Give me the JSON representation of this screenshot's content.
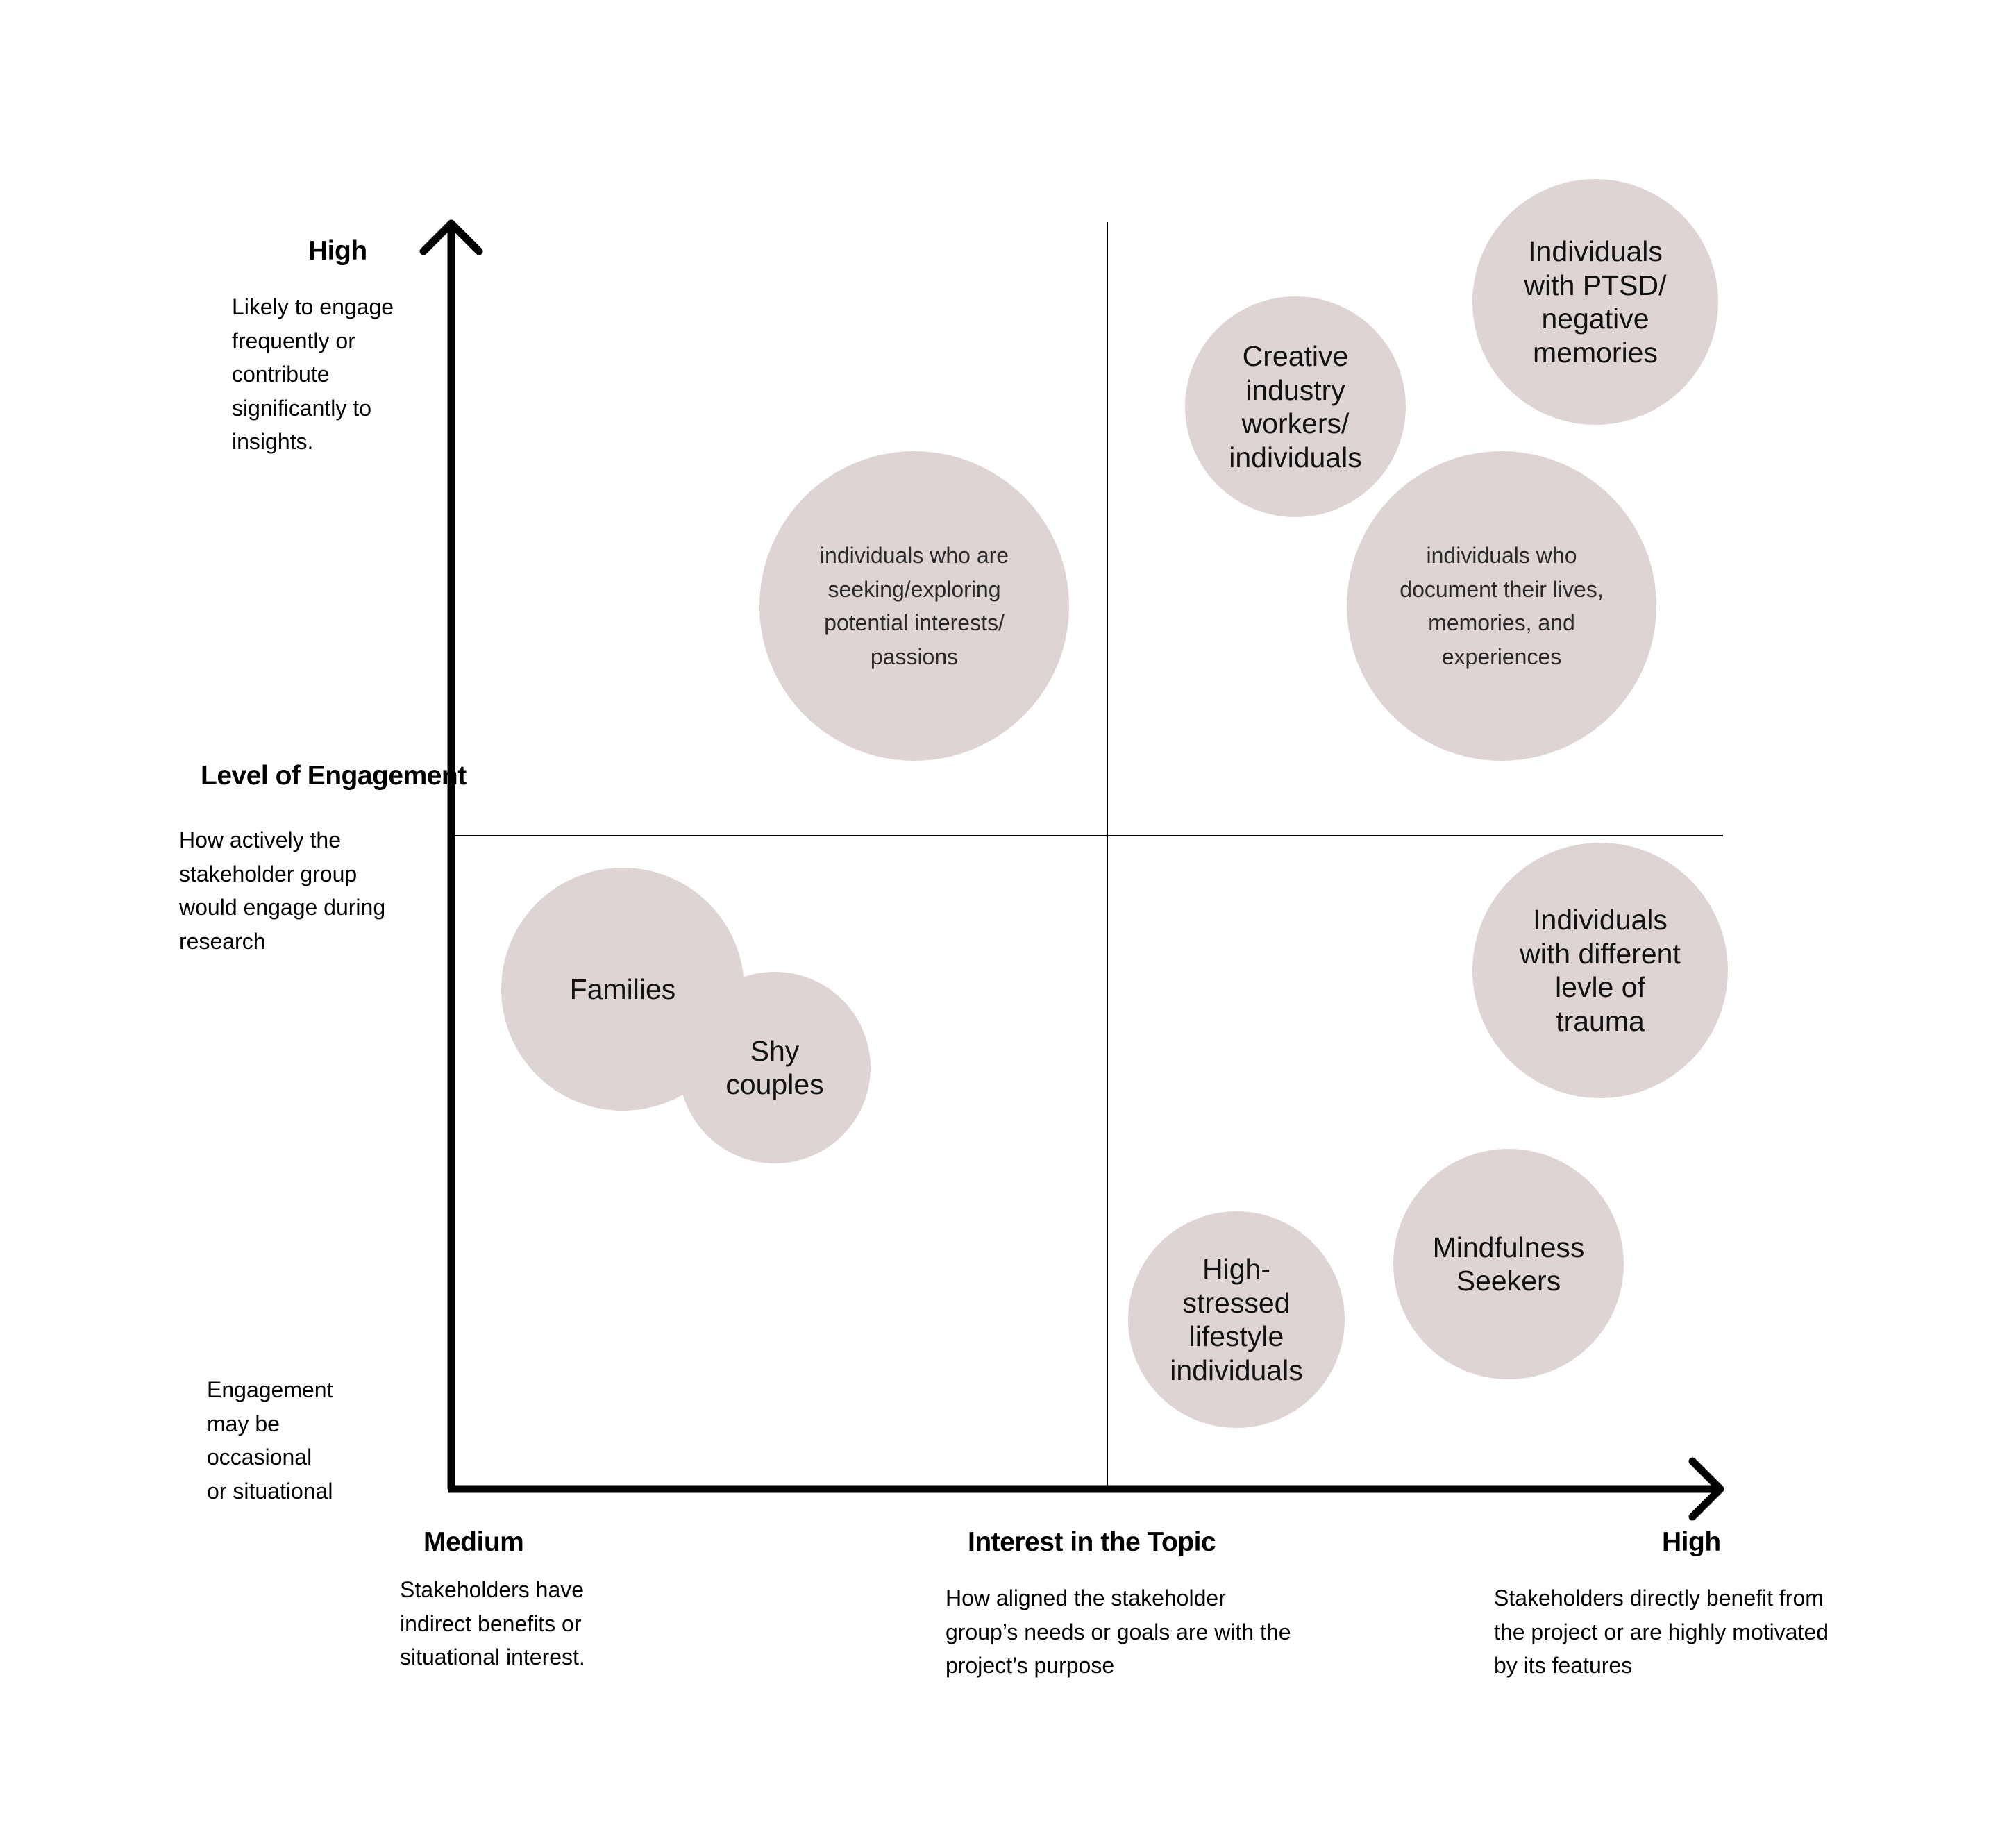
{
  "y_axis": {
    "title": "Level of Engagement",
    "description": "How actively the\nstakeholder group\nwould engage during\nresearch",
    "high_label": "High",
    "high_description": "Likely to engage\nfrequently or\ncontribute\nsignificantly to\ninsights.",
    "low_description": "Engagement\nmay be\noccasional\nor situational"
  },
  "x_axis": {
    "title": "Interest in the Topic",
    "description": "How aligned the stakeholder\ngroup’s needs or goals are with the\nproject’s purpose",
    "low_label": "Medium",
    "low_description": "Stakeholders have\nindirect benefits or\nsituational interest.",
    "high_label": "High",
    "high_description": "Stakeholders directly benefit from\nthe project or are highly motivated\nby its features"
  },
  "stakeholders": [
    {
      "id": "ptsd",
      "label": "Individuals\nwith PTSD/\nnegative\nmemories",
      "quadrant": "high-interest / high-engagement"
    },
    {
      "id": "creative",
      "label": "Creative\nindustry\nworkers/\nindividuals",
      "quadrant": "high-interest / high-engagement"
    },
    {
      "id": "documenters",
      "label": "individuals who\ndocument their lives,\nmemories, and\nexperiences",
      "quadrant": "high-interest / high-engagement"
    },
    {
      "id": "explorers",
      "label": "individuals who are\nseeking/exploring\npotential interests/\npassions",
      "quadrant": "medium-interest / high-engagement"
    },
    {
      "id": "families",
      "label": "Families",
      "quadrant": "medium-interest / low-engagement"
    },
    {
      "id": "shy-couples",
      "label": "Shy\ncouples",
      "quadrant": "medium-interest / low-engagement"
    },
    {
      "id": "trauma",
      "label": "Individuals\nwith different\nlevle of\ntrauma",
      "quadrant": "high-interest / low-engagement"
    },
    {
      "id": "mindfulness",
      "label": "Mindfulness\nSeekers",
      "quadrant": "high-interest / low-engagement"
    },
    {
      "id": "stressed",
      "label": "High-\nstressed\nlifestyle\nindividuals",
      "quadrant": "high-interest / low-engagement"
    }
  ],
  "colors": {
    "bubble": "#dfd4d4",
    "axis": "#000000"
  }
}
